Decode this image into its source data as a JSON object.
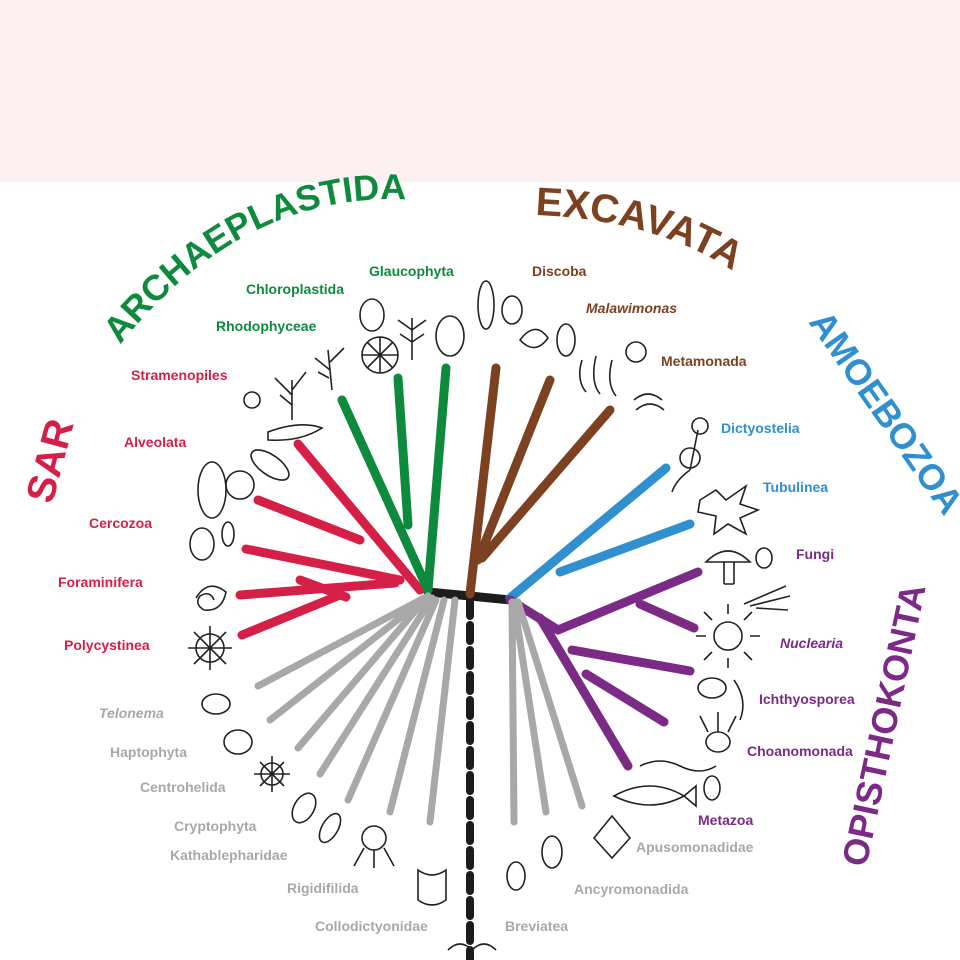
{
  "colors": {
    "sar": "#d61f47",
    "archaeplastida": "#0e8a3c",
    "excavata": "#7b4121",
    "amoebozoa": "#2f8fcf",
    "opisthokonta": "#7b2a85",
    "unplaced": "#a8a8a8",
    "root": "#1c1c1c",
    "band": "#fdf0f3"
  },
  "supergroups": {
    "sar": "SAR",
    "archaeplastida": "ARCHAEPLASTIDA",
    "excavata": "EXCAVATA",
    "amoebozoa": "AMOEBOZOA",
    "opisthokonta": "OPISTHOKONTA"
  },
  "groups": {
    "glaucophyta": "Glaucophyta",
    "chloroplastida": "Chloroplastida",
    "rhodophyceae": "Rhodophyceae",
    "stramenopiles": "Stramenopiles",
    "alveolata": "Alveolata",
    "cercozoa": "Cercozoa",
    "foraminifera": "Foraminifera",
    "polycystinea": "Polycystinea",
    "telonema": "Telonema",
    "haptophyta": "Haptophyta",
    "centrohelida": "Centrohelida",
    "cryptophyta": "Cryptophyta",
    "kathablepharidae": "Kathablepharidae",
    "rigidifilida": "Rigidifilida",
    "collodictyonidae": "Collodictyonidae",
    "breviatea": "Breviatea",
    "ancyromonadida": "Ancyromonadida",
    "apusomonadidae": "Apusomonadidae",
    "metazoa": "Metazoa",
    "choanomonada": "Choanomonada",
    "ichthyosporea": "Ichthyosporea",
    "nuclearia": "Nuclearia",
    "fungi": "Fungi",
    "tubulinea": "Tubulinea",
    "dictyostelia": "Dictyostelia",
    "metamonada": "Metamonada",
    "malawimonas": "Malawimonas",
    "discoba": "Discoba"
  }
}
